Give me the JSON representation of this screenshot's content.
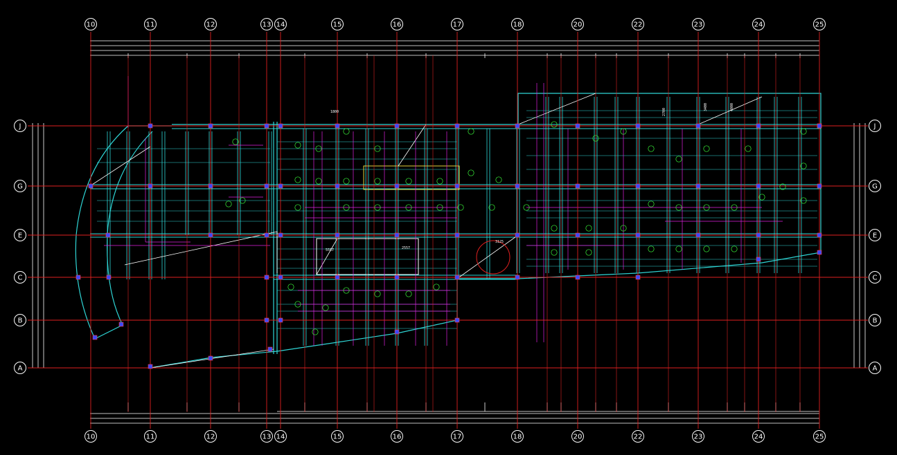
{
  "drawing": {
    "grid_columns": [
      "10",
      "11",
      "12",
      "13",
      "14",
      "15",
      "16",
      "17",
      "18",
      "20",
      "22",
      "23",
      "24",
      "25"
    ],
    "grid_rows": [
      "J",
      "G",
      "E",
      "C",
      "B",
      "A"
    ],
    "dimension_labels": [
      "5557",
      "2557",
      "3125",
      "3400",
      "2700",
      "4000",
      "1800"
    ],
    "colors": {
      "background": "#000000",
      "grid_line": "#e02020",
      "wall": "#2fd6d6",
      "beam": "#e020e0",
      "annotation": "#3cff3c",
      "dimension": "#ffffff",
      "column": "#3a4aff"
    }
  }
}
